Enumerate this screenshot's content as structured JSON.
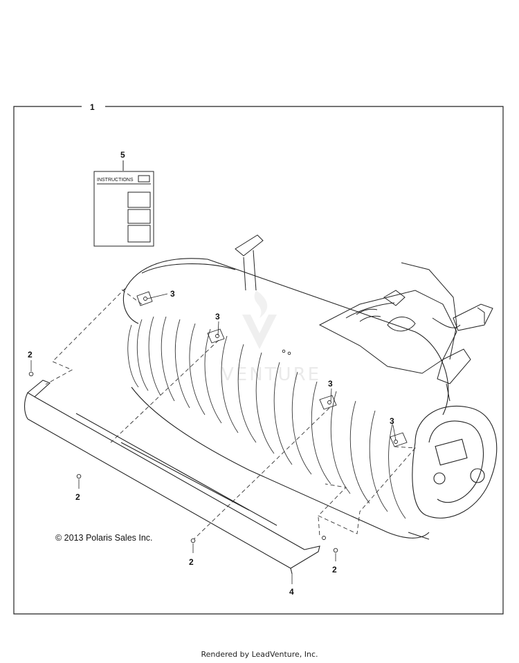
{
  "callouts": {
    "assembly": "1",
    "fastener": "2",
    "plug": "3",
    "deflector": "4",
    "instructions": "5"
  },
  "instruction_sheet": {
    "header": "INSTRUCTIONS"
  },
  "watermark": "VENTURE",
  "copyright": "© 2013 Polaris Sales Inc.",
  "footer": "Rendered by LeadVenture, Inc."
}
